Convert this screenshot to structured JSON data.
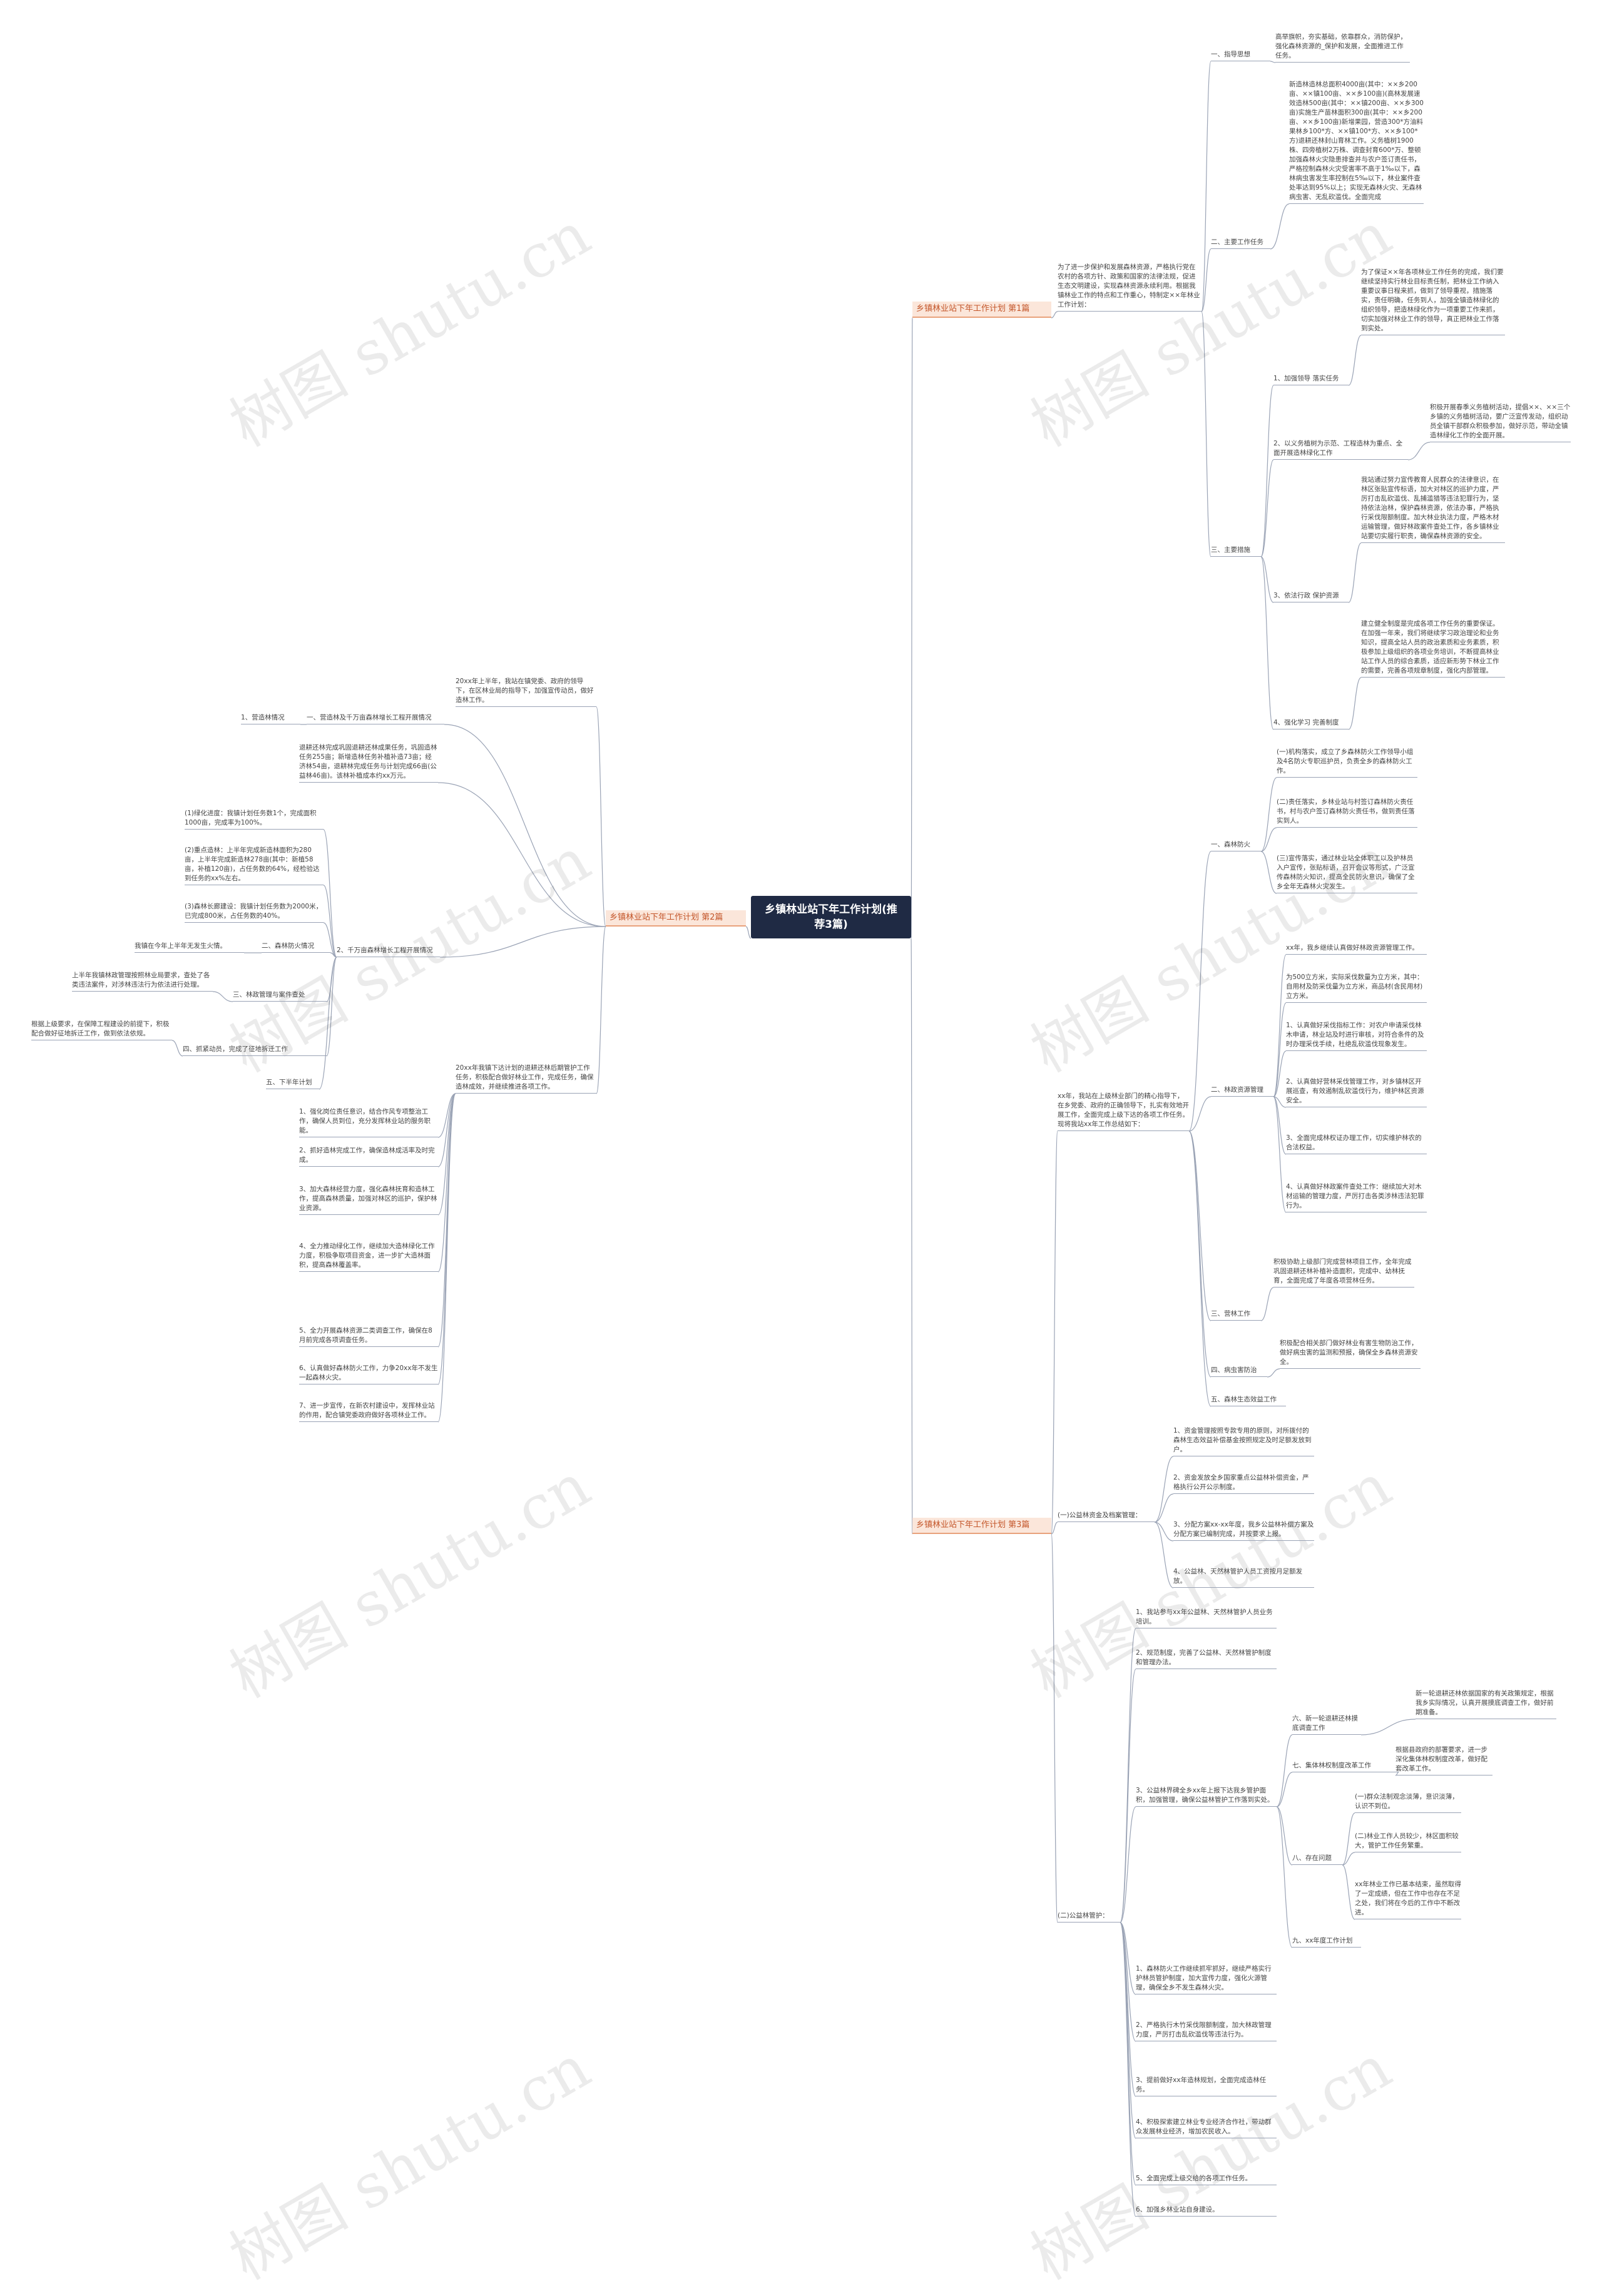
{
  "root": "乡镇林业站下年工作计划(推荐3篇)",
  "watermark": "树图 shutu.cn",
  "b1": {
    "title": "乡镇林业站下年工作计划 第1篇",
    "intro": "为了进一步保护和发展森林资源，严格执行党在农村的各项方针、政策和国家的法律法规，促进生态文明建设，实现森林资源永续利用。根据我镇林业工作的特点和工作重心，特制定××年林业工作计划：",
    "s1": "一、指导思想",
    "s1_text": "高举旗帜，夯实基础，依靠群众，消防保护，强化森林资源的_保护和发展，全面推进工作任务。",
    "s2": "二、主要工作任务",
    "s2_text": "新造林造林总面积4000亩(其中：××乡200亩、××镇100亩、××乡100亩)(高林发展速效造林500亩(其中：××镇200亩、××乡300亩)实施生产苗林面积300亩(其中：××乡200亩、××乡100亩)新增果园，营造300*方油料果林乡100*方、××镇100*方、××乡100*方)退耕还林封山育林工作。义务植树1900株、四旁植树2万株、调查封育600*万、整顿加强森林火灾隐患排查并与农户签订责任书，严格控制森林火灾受害率不高于1‰以下，森林病虫害发生率控制在5‰以下，林业案件查处率达到95%以上；实现无森林火灾、无森林病虫害、无乱砍滥伐。全面完成"
  },
  "b1s3": {
    "title": "三、主要措施",
    "m1": "1、加强领导 落实任务",
    "m1_text": "为了保证××年各项林业工作任务的完成，我们要继续坚持实行林业目标责任制，把林业工作纳入重要议事日程来抓，做到了领导重视，措施落实，责任明确，任务到人，加强全镇造林绿化的组织领导，把造林绿化作为一项重要工作来抓，切实加强对林业工作的领导，真正把林业工作落到实处。",
    "m2": "2、以义务植树为示范、工程造林为重点、全面开展造林绿化工作",
    "m2_text": "积极开展春季义务植树活动，提倡××、××三个乡镇的义务植树活动，要广泛宣传发动，组织动员全镇干部群众积极参加，做好示范，带动全镇造林绿化工作的全面开展。",
    "m3": "3、依法行政 保护资源",
    "m3_text": "我站通过努力宣传教育人民群众的法律意识，在林区张贴宣传标语，加大对林区的巡护力度，严厉打击乱砍滥伐、乱捕滥猎等违法犯罪行为，坚持依法治林，保护森林资源，依法办事，严格执行采伐限额制度。加大林业执法力度，严格木材运输管理，做好林政案件查处工作，各乡镇林业站要切实履行职责，确保森林资源的安全。",
    "m4": "4、强化学习 完善制度",
    "m4_text": "建立健全制度是完成各项工作任务的重要保证。在加强一年来，我们将继续学习政治理论和业务知识，提高全站人员的政治素质和业务素质，积极参加上级组织的各项业务培训，不断提高林业站工作人员的综合素质，适应新形势下林业工作的需要，完善各项规章制度，强化内部管理。"
  },
  "b2": {
    "title": "乡镇林业站下年工作计划 第2篇",
    "c1": "1、营造林情况",
    "c1a": "一、营造林及千万亩森林增长工程开展情况",
    "c1a_text": "20xx年上半年，我站在镇党委、政府的领导下，在区林业局的指导下，加强宣传动员，做好造林工作。",
    "c1b_text": "退耕还林完成巩固退耕还林成果任务，巩固造林任务255亩；新增造林任务补植补造73亩；经济林54亩，退耕林完成任务与计划完成66亩(公益林46亩)。该林补植成本约xx万元。",
    "c2": "2、千万亩森林增长工程开展情况",
    "c2a": "(1)绿化进度：我镇计划任务数1个，完成面积1000亩，完成率为100%。",
    "c2b": "(2)重点造林：上半年完成新造林面积为280亩，上半年完成新造林278亩(其中：新植58亩，补植120亩)，占任务数的64%，经检验达到任务的xx%左右。",
    "c2c": "(3)森林长廊建设：我镇计划任务数为2000米，已完成800米，占任务数的40%。",
    "c3": "二、森林防火情况",
    "c3_text": "我镇在今年上半年无发生火情。",
    "c4": "三、林政管理与案件查处",
    "c4_text": "上半年我镇林政管理按照林业局要求，查处了各类违法案件，对涉林违法行为依法进行处理。",
    "c5": "四、抓紧动员，完成了征地拆迁工作",
    "c5_text": "根据上级要求，在保障工程建设的前提下，积极配合做好征地拆迁工作，做到依法依规。",
    "c6": "五、下半年计划",
    "p_text": "20xx年我镇下达计划的退耕还林后期管护工作任务，积极配合做好林业工作，完成任务，确保造林成效，并继续推进各项工作。",
    "p1": "1、强化岗位责任意识，结合作风专项整治工作，确保人员到位，充分发挥林业站的服务职能。",
    "p2": "2、抓好造林完成工作，确保造林成活率及时完成。",
    "p3": "3、加大森林经营力度，强化森林抚育和造林工作，提高森林质量，加强对林区的巡护，保护林业资源。",
    "p4": "4、全力推动绿化工作，继续加大造林绿化工作力度，积极争取项目资金，进一步扩大造林面积，提高森林覆盖率。",
    "p5": "5、全力开展森林资源二类调查工作，确保在8月前完成各项调查任务。",
    "p6": "6、认真做好森林防火工作，力争20xx年不发生一起森林火灾。",
    "p7": "7、进一步宣传，在新农村建设中，发挥林业站的作用，配合镇党委政府做好各项林业工作。"
  },
  "b3": {
    "title": "乡镇林业站下年工作计划 第3篇",
    "intro": "xx年，我站在上级林业部门的精心指导下，在乡党委、政府的正确领导下，扎实有效地开展工作，全面完成上级下达的各项工作任务。现将我站xx年工作总结如下：",
    "f": "一、森林防火",
    "f1": "(一)机构落实，成立了乡森林防火工作领导小组及4名防火专职巡护员，负责全乡的森林防火工作。",
    "f2": "(二)责任落实，乡林业站与村签订森林防火责任书，村与农户签订森林防火责任书，做到责任落实到人。",
    "f3": "(三)宣传落实，通过林业站全体职工以及护林员入户宣传，张贴标语，召开会议等形式，广泛宣传森林防火知识，提高全民防火意识，确保了全乡全年无森林火灾发生。",
    "r": "二、林政资源管理",
    "r_intro": "xx年，我乡继续认真做好林政资源管理工作。",
    "r0": "为500立方米，实际采伐数量为立方米，其中：自用材及防采伐量为立方米，商品材(含民用材)立方米。",
    "r1": "1、认真做好采伐指标工作：对农户申请采伐林木申请，林业站及时进行审核，对符合条件的及时办理采伐手续，杜绝乱砍滥伐现象发生。",
    "r2": "2、认真做好营林采伐管理工作，对乡镇林区开展巡查，有效遏制乱砍滥伐行为，维护林区资源安全。",
    "r3": "3、全面完成林权证办理工作，切实维护林农的合法权益。",
    "r4": "4、认真做好林政案件查处工作：继续加大对木材运输的管理力度，严厉打击各类涉林违法犯罪行为。",
    "c": "三、营林工作",
    "c_text": "积极协助上级部门完成营林项目工作，全年完成巩固退耕还林补植补造面积，完成中、幼林抚育，全面完成了年度各项营林任务。",
    "d": "四、病虫害防治",
    "d_text": "积极配合相关部门做好林业有害生物防治工作，做好病虫害的监测和预报，确保全乡森林资源安全。",
    "e": "五、森林生态效益工作",
    "g": "(一)公益林资金及档案管理：",
    "g1": "1、资金管理按照专款专用的原则，对所拨付的森林生态效益补偿基金按照规定及时足额发放到户。",
    "g2": "2、资金发放全乡国家重点公益林补偿资金，严格执行公开公示制度。",
    "g3": "3、分配方案xx-xx年度，我乡公益林补偿方案及分配方案已编制完成，并按要求上报。",
    "g4": "4、公益林、天然林管护人员工资按月足额发放。",
    "h": "(二)公益林管护：",
    "h1": "1、我站参与xx年公益林、天然林管护人员业务培训。",
    "h2": "2、规范制度，完善了公益林、天然林管护制度和管理办法。",
    "h3": "3、公益林界碑全乡xx年上报下达我乡管护面积，加强管理，确保公益林管护工作落到实处。",
    "h6": "六、新一轮退耕还林摸底调查工作",
    "h6_text": "新一轮退耕还林依据国家的有关政策规定，根据我乡实际情况，认真开展摸底调查工作，做好前期准备。",
    "h7": "七、集体林权制度改革工作",
    "h7_text": "根据县政府的部署要求，进一步深化集体林权制度改革，做好配套改革工作。",
    "h8": "八、存在问题",
    "h8a": "(一)群众法制观念淡薄，意识淡薄，认识不到位。",
    "h8b": "(二)林业工作人员较少，林区面积较大，管护工作任务繁重。",
    "h8c": "xx年林业工作已基本结束，虽然取得了一定成绩，但在工作中也存在不足之处，我们将在今后的工作中不断改进。",
    "h9": "九、xx年度工作计划",
    "k1": "1、森林防火工作继续抓牢抓好，继续严格实行护林员管护制度，加大宣传力度，强化火源管理，确保全乡不发生森林火灾。",
    "k2": "2、严格执行木竹采伐限额制度，加大林政管理力度，严厉打击乱砍滥伐等违法行为。",
    "k3": "3、提前做好xx年造林规划，全面完成造林任务。",
    "k4": "4、积极探索建立林业专业经济合作社，带动群众发展林业经济，增加农民收入。",
    "k5": "5、全面完成上级交给的各项工作任务。",
    "k6": "6、加强乡林业站自身建设。"
  }
}
